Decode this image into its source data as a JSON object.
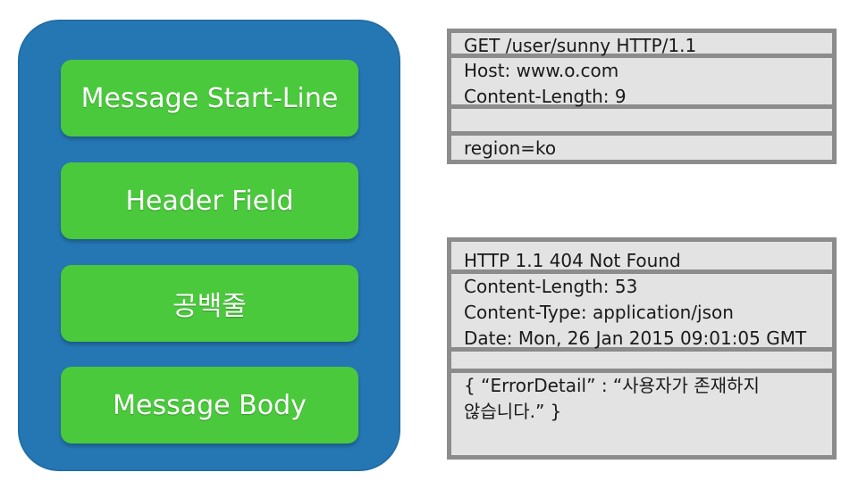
{
  "structure": {
    "blocks": [
      {
        "label": "Message Start-Line"
      },
      {
        "label": "Header Field"
      },
      {
        "label": "공백줄"
      },
      {
        "label": "Message Body"
      }
    ]
  },
  "request": {
    "start_line": "GET /user/sunny HTTP/1.1",
    "headers": [
      "Host: www.o.com",
      "Content-Length: 9"
    ],
    "blank": "",
    "body": "region=ko"
  },
  "response": {
    "start_line": "HTTP 1.1 404 Not Found",
    "headers": [
      "Content-Length: 53",
      "Content-Type: application/json",
      "Date: Mon, 26 Jan 2015 09:01:05 GMT"
    ],
    "blank": "",
    "body": "{ “ErrorDetail” : “사용자가 존재하지 않습니다.” }"
  },
  "colors": {
    "panel": "#2577b4",
    "block": "#4ac93c",
    "box_fill": "#e3e3e3",
    "box_border": "#8c8c8c"
  }
}
